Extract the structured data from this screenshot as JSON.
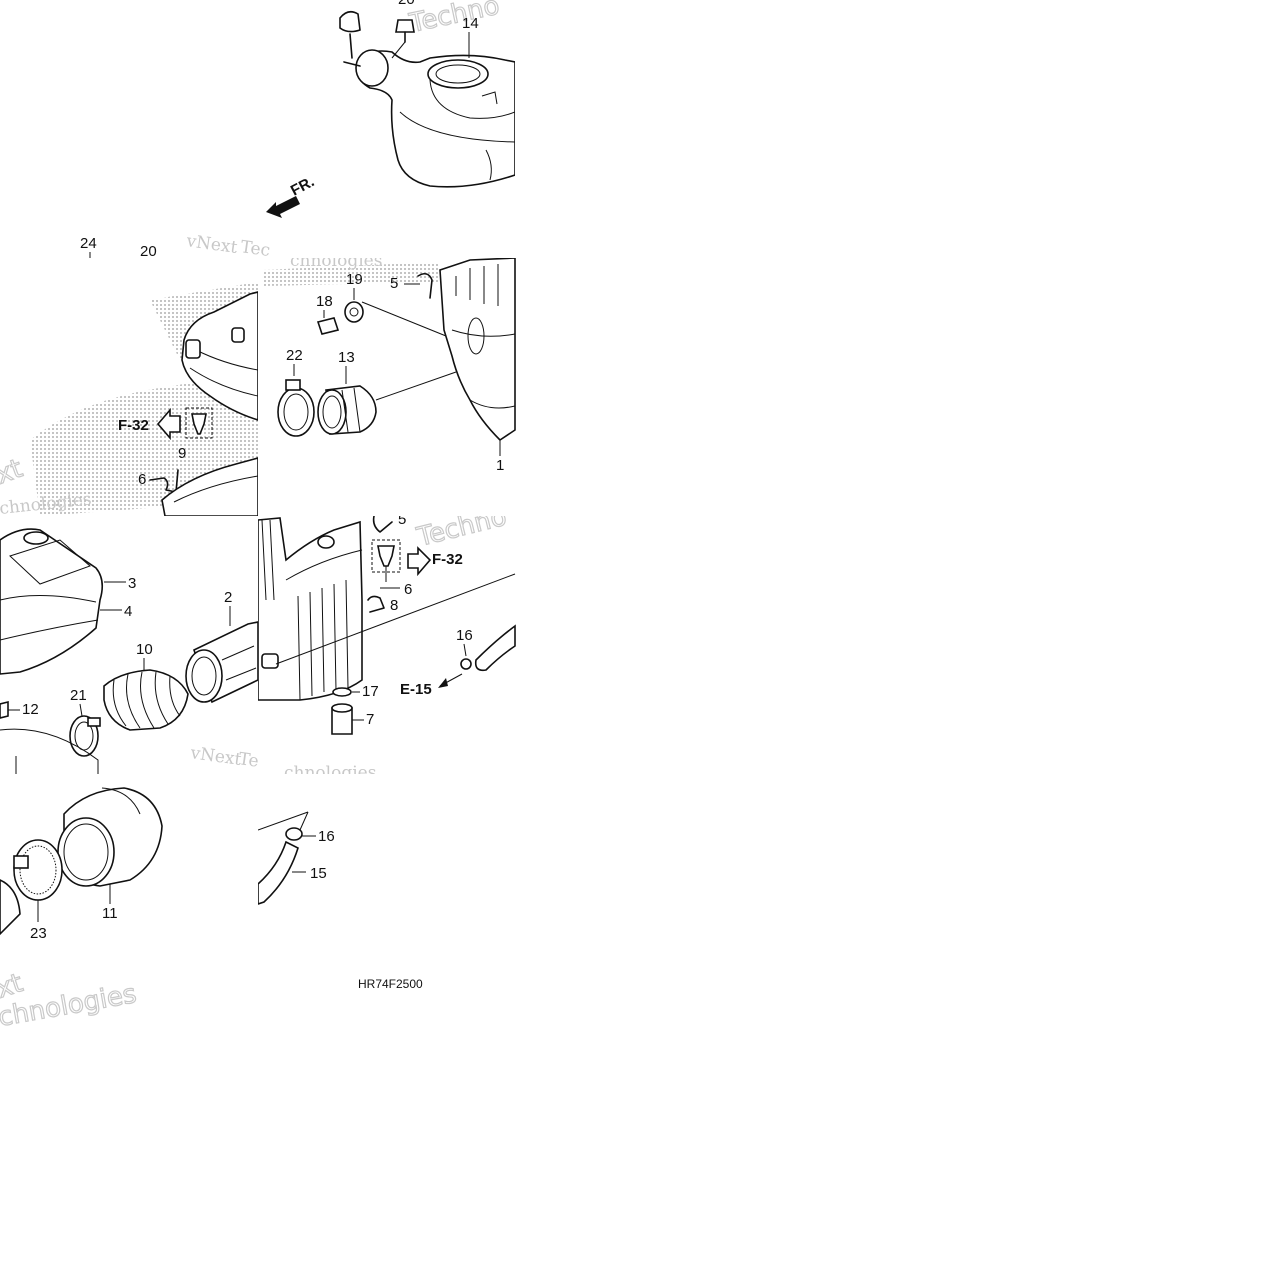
{
  "diagram": {
    "code": "HR74F2500",
    "front_marker": "FR.",
    "references": {
      "f32": "F-32",
      "e15": "E-15"
    },
    "watermark": {
      "brand": "vNext",
      "word": "Technologies",
      "short": "Tec",
      "partial": "chnologies",
      "partial2": "Techno",
      "next": "Next",
      "ext": "xt"
    },
    "callouts": {
      "c1": "1",
      "c2": "2",
      "c3": "3",
      "c4": "4",
      "c5": "5",
      "c6": "6",
      "c7": "7",
      "c8": "8",
      "c9": "9",
      "c10": "10",
      "c11": "11",
      "c12": "12",
      "c13": "13",
      "c14": "14",
      "c15": "15",
      "c16": "16",
      "c17": "17",
      "c18": "18",
      "c19": "19",
      "c20": "20",
      "c21": "21",
      "c22": "22",
      "c23": "23",
      "c24": "24"
    }
  }
}
